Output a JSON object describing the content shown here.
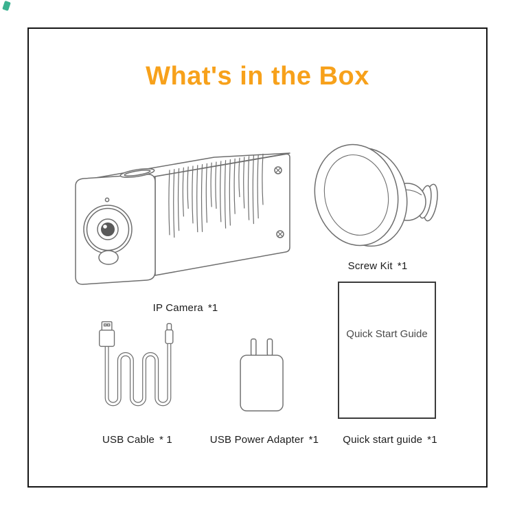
{
  "title": {
    "text": "What's in the Box",
    "color": "#F7A11B"
  },
  "items": {
    "ip_camera": {
      "label": "IP Camera",
      "qty": "*1"
    },
    "screw_kit": {
      "label": "Screw Kit",
      "qty": "*1"
    },
    "usb_cable": {
      "label": "USB Cable",
      "qty": "* 1"
    },
    "usb_power_adapter": {
      "label": "USB Power Adapter",
      "qty": "*1"
    },
    "quick_start_guide": {
      "label": "Quick start guide",
      "qty": "*1",
      "cover_text": "Quick Start Guide"
    }
  },
  "icons": {
    "ip_camera": "ip-camera-illustration",
    "screw_kit": "wall-mount-illustration",
    "usb_cable": "usb-cable-illustration",
    "usb_power_adapter": "power-adapter-illustration",
    "quick_start_guide": "guide-booklet"
  },
  "style": {
    "line_color": "#6E6E6E",
    "text_color": "#1A1A1A",
    "frame_color": "#151515",
    "lens_color": "#5A5A5A"
  }
}
